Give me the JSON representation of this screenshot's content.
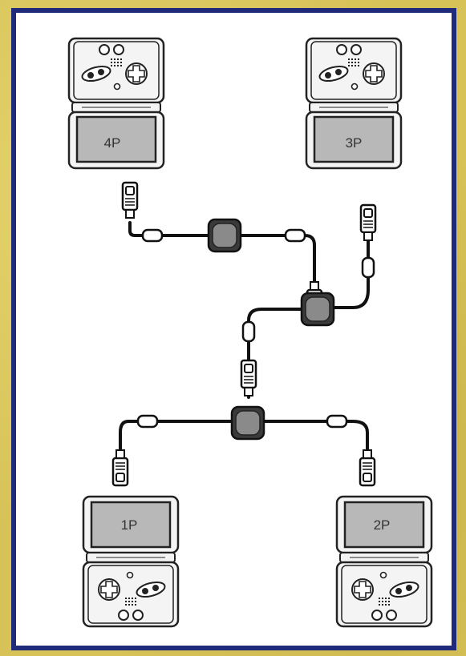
{
  "colors": {
    "page_background": "#d6c257",
    "panel_border": "#1f2b7a",
    "panel_background": "#ffffff",
    "device_body": "#f4f4f4",
    "device_outline": "#222222",
    "screen_fill": "#b8b8b8",
    "cable": "#111111",
    "hub_fill": "#8a8a8a"
  },
  "devices": [
    {
      "id": "4p",
      "label": "4P",
      "orientation": "screen-bottom"
    },
    {
      "id": "3p",
      "label": "3P",
      "orientation": "screen-bottom"
    },
    {
      "id": "1p",
      "label": "1P",
      "orientation": "screen-top"
    },
    {
      "id": "2p",
      "label": "2P",
      "orientation": "screen-top"
    }
  ],
  "connections": [
    {
      "from": "4p",
      "to": "hub-top"
    },
    {
      "from": "hub-top",
      "to": "hub-middle"
    },
    {
      "from": "3p-cable-plug",
      "to": "hub-middle"
    },
    {
      "from": "hub-middle",
      "to": "hub-bottom"
    },
    {
      "from": "hub-bottom",
      "to": "1p"
    },
    {
      "from": "hub-bottom",
      "to": "2p"
    }
  ],
  "icons": [
    "game-boy-advance-sp-icon",
    "link-cable-hub-icon",
    "link-cable-plug-icon"
  ]
}
